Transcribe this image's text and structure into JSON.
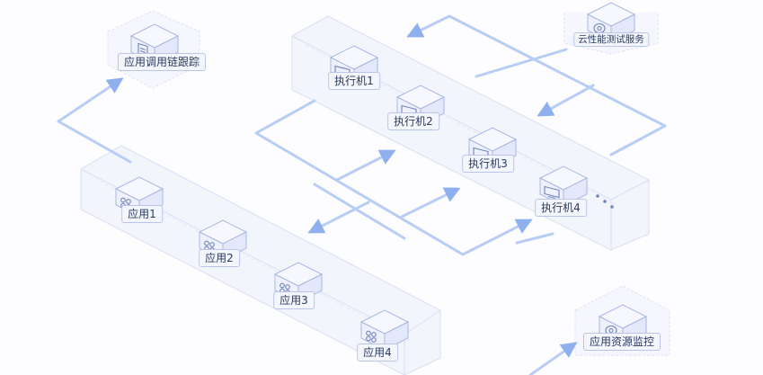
{
  "nodes": {
    "trace": "应用调用链跟踪",
    "cloud_perf": "云性能测试服务",
    "monitor": "应用资源监控",
    "executors": [
      "执行机1",
      "执行机2",
      "执行机3",
      "执行机4"
    ],
    "apps": [
      "应用1",
      "应用2",
      "应用3",
      "应用4"
    ]
  },
  "colors": {
    "flow": "#b8cdf6",
    "flow_head": "#8fb0ef",
    "box_face": "#eef1fd",
    "box_edge": "#a8b6e3",
    "platform_edge": "#d9dff3",
    "label_border": "#b9c6ea",
    "text": "#2a3b5c"
  },
  "icons": {
    "executor": "monitor-icon",
    "app": "app-grid-icon",
    "trace": "document-icon",
    "monitor": "target-icon"
  }
}
